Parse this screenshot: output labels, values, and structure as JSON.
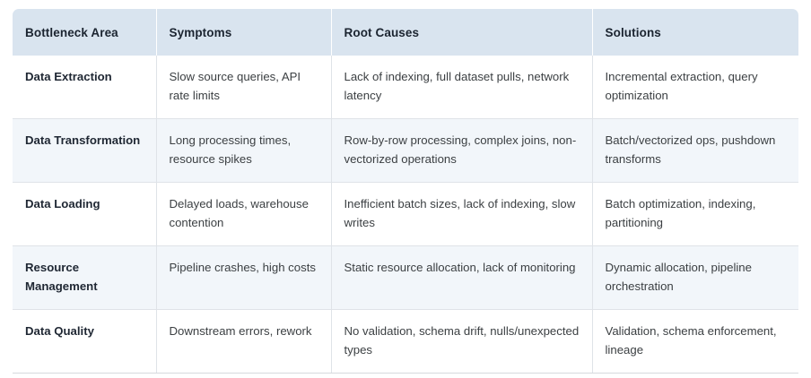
{
  "table": {
    "columns": [
      "Bottleneck Area",
      "Symptoms",
      "Root Causes",
      "Solutions"
    ],
    "rows": [
      {
        "area": "Data Extraction",
        "symptoms": "Slow source queries, API rate limits",
        "root_causes": "Lack of indexing, full dataset pulls, network latency",
        "solutions": "Incremental extraction, query optimization"
      },
      {
        "area": "Data Transformation",
        "symptoms": "Long processing times, resource spikes",
        "root_causes": "Row-by-row processing, complex joins, non-vectorized operations",
        "solutions": "Batch/vectorized ops, pushdown transforms"
      },
      {
        "area": "Data Loading",
        "symptoms": "Delayed loads, warehouse contention",
        "root_causes": "Inefficient batch sizes, lack of indexing, slow writes",
        "solutions": "Batch optimization, indexing, partitioning"
      },
      {
        "area": "Resource Management",
        "symptoms": "Pipeline crashes, high costs",
        "root_causes": "Static resource allocation, lack of monitoring",
        "solutions": "Dynamic allocation, pipeline orchestration"
      },
      {
        "area": "Data Quality",
        "symptoms": "Downstream errors, rework",
        "root_causes": "No validation, schema drift, nulls/unexpected types",
        "solutions": "Validation, schema enforcement, lineage"
      }
    ]
  },
  "colors": {
    "header_background": "#d9e4ef",
    "header_text": "#1b2430",
    "row_shaded_background": "#f2f6fa",
    "row_plain_background": "#ffffff",
    "body_text": "#3c4043",
    "area_text": "#1f2733",
    "border": "#dfe3e8",
    "page_background": "#ffffff"
  }
}
